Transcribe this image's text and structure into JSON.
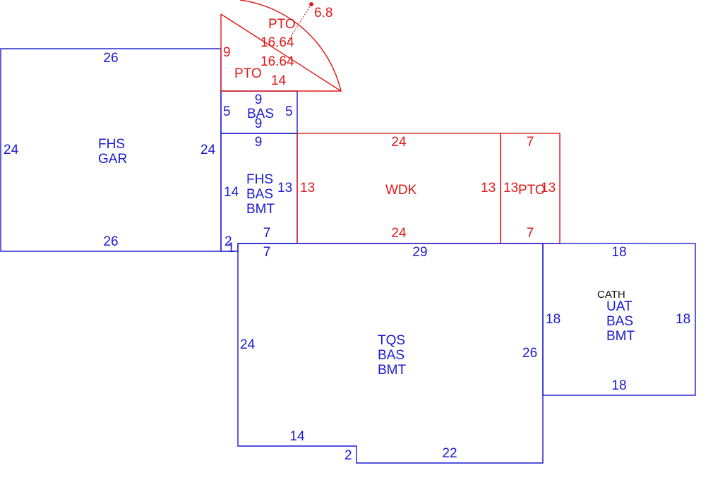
{
  "colors": {
    "blue": "#1a1ad2",
    "red": "#e01818",
    "black": "#111111"
  },
  "sections": {
    "garage": {
      "code1": "FHS",
      "code2": "GAR",
      "top": "26",
      "bottom": "26",
      "left": "24",
      "right": "24"
    },
    "bas_small": {
      "code": "BAS",
      "top": "9",
      "bottom": "9",
      "left": "5",
      "right": "5"
    },
    "fhs_bas_bmt": {
      "code1": "FHS",
      "code2": "BAS",
      "code3": "BMT",
      "top": "9",
      "left": "14",
      "right": "13",
      "bottom": "7",
      "step": "2",
      "step2": "1"
    },
    "wdk": {
      "code": "WDK",
      "top": "24",
      "bottom": "24",
      "left": "13",
      "right": "13"
    },
    "pto_right": {
      "code": "PTO",
      "top": "7",
      "bottom": "7",
      "left": "13",
      "right": "13"
    },
    "pto_top": {
      "code1": "PTO",
      "code2": "PTO",
      "d1": "6.8",
      "d2": "16.64",
      "d3": "16.64",
      "d4": "9",
      "d5": "14"
    },
    "tqs": {
      "code1": "TQS",
      "code2": "BAS",
      "code3": "BMT",
      "top_left": "7",
      "top": "29",
      "left": "24",
      "right": "26",
      "bottom_left": "14",
      "step": "2",
      "bottom_right": "22"
    },
    "uat": {
      "note": "CATH",
      "code1": "UAT",
      "code2": "BAS",
      "code3": "BMT",
      "top": "18",
      "bottom": "18",
      "left": "18",
      "right": "18"
    }
  }
}
